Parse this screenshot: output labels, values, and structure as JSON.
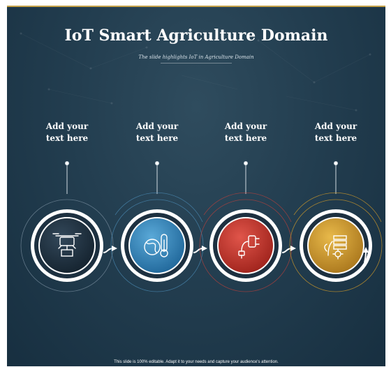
{
  "slide": {
    "title": "IoT Smart Agriculture Domain",
    "subtitle": "The slide highlights IoT in Agriculture Domain",
    "footer": "This slide is 100% editable. Adapt it to your needs and capture your audience's attention."
  },
  "steps": [
    {
      "line1": "Add your",
      "line2": "text here",
      "icon": "drone-icon",
      "color": "#1b2c3a"
    },
    {
      "line1": "Add your",
      "line2": "text here",
      "icon": "globe-thermometer-icon",
      "color": "#2d7fb3"
    },
    {
      "line1": "Add your",
      "line2": "text here",
      "icon": "charger-plug-icon",
      "color": "#c33026"
    },
    {
      "line1": "Add your",
      "line2": "text here",
      "icon": "plant-gear-icon",
      "color": "#c9962a"
    }
  ],
  "colors": {
    "background": "#233e50",
    "accent_gold": "#c8a44a"
  }
}
